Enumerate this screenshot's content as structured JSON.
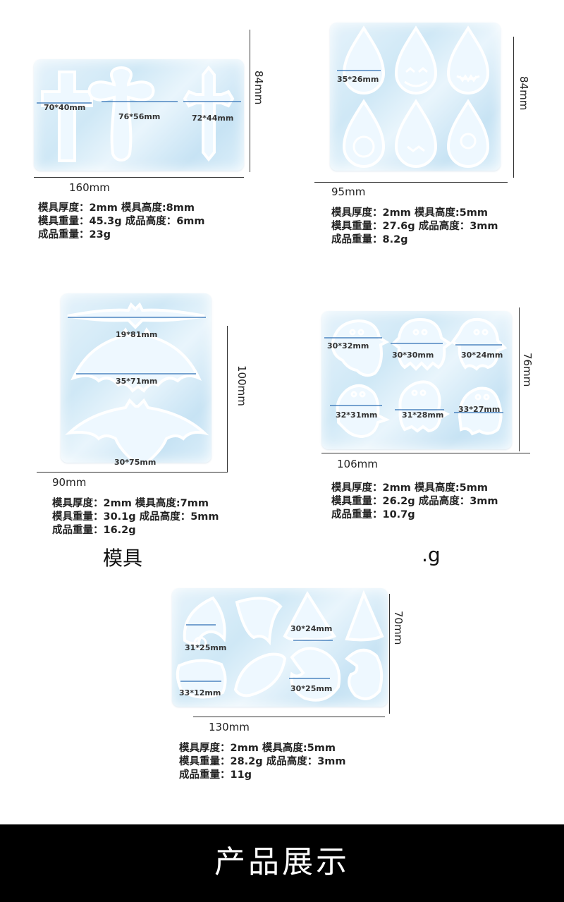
{
  "products": [
    {
      "width_label": "160mm",
      "height_label": "84mm",
      "cavities": [
        {
          "label": "70*40mm"
        },
        {
          "label": "76*56mm"
        },
        {
          "label": "72*44mm"
        }
      ],
      "specs": [
        "模具厚度：2mm 模具高度:8mm",
        "模具重量：45.3g 成品高度：6mm",
        "成品重量：23g"
      ]
    },
    {
      "width_label": "95mm",
      "height_label": "84mm",
      "cavities": [
        {
          "label": "35*26mm"
        }
      ],
      "specs": [
        "模具厚度：2mm 模具高度:5mm",
        "模具重量：27.6g 成品高度：3mm",
        "成品重量：8.2g"
      ]
    },
    {
      "width_label": "90mm",
      "height_label": "100mm",
      "cavities": [
        {
          "label": "19*81mm"
        },
        {
          "label": "35*71mm"
        },
        {
          "label": "30*75mm"
        }
      ],
      "specs": [
        "模具厚度：2mm 模具高度:7mm",
        "模具重量：30.1g 成品高度：5mm",
        "成品重量：16.2g"
      ]
    },
    {
      "width_label": "106mm",
      "height_label": "76mm",
      "cavities": [
        {
          "label": "30*32mm"
        },
        {
          "label": "30*30mm"
        },
        {
          "label": "30*24mm"
        },
        {
          "label": "32*31mm"
        },
        {
          "label": "31*28mm"
        },
        {
          "label": "33*27mm"
        }
      ],
      "specs": [
        "模具厚度：2mm 模具高度:5mm",
        "模具重量：26.2g 成品高度：3mm",
        "成品重量：10.7g"
      ]
    },
    {
      "width_label": "130mm",
      "height_label": "70mm",
      "cavities": [
        {
          "label": "31*25mm"
        },
        {
          "label": "30*24mm"
        },
        {
          "label": "33*12mm"
        },
        {
          "label": "30*25mm"
        }
      ],
      "specs": [
        "模具厚度：2mm 模具高度:5mm",
        "模具重量：28.2g 成品高度：3mm",
        "成品重量：11g"
      ]
    }
  ],
  "overlay_fragments": {
    "left": "模具",
    "right": ".g"
  },
  "footer": {
    "title": "产品展示"
  },
  "colors": {
    "mold": "#d6ecf8",
    "measure_line": "#2f6fb5",
    "footer_bg": "#000000",
    "footer_text": "#ffffff"
  }
}
